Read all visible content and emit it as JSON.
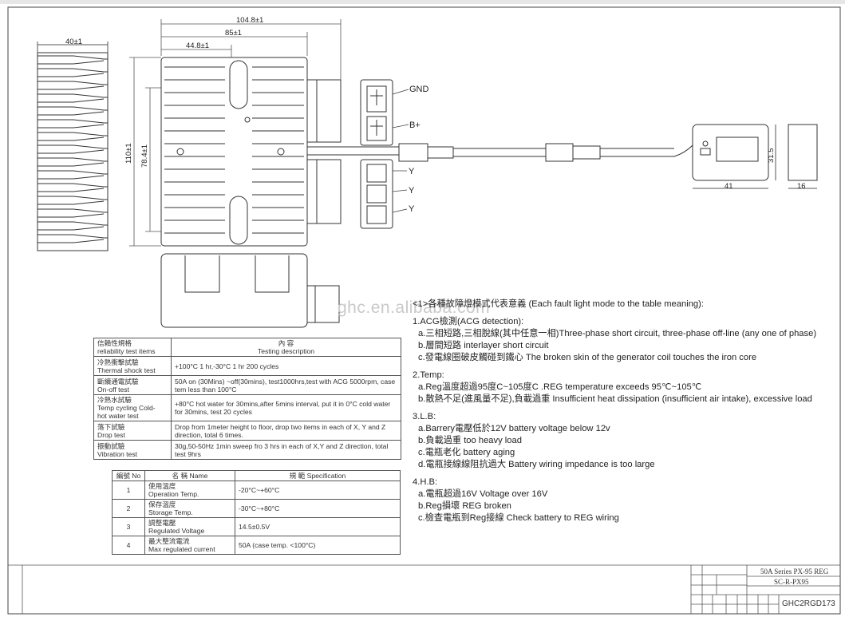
{
  "drawing": {
    "dims": {
      "fin_width": "40±1",
      "overall_width": "104.8±1",
      "body_width": "85±1",
      "half_width": "44.8±1",
      "overall_height": "110±1",
      "inner_height": "78.4±1",
      "display_width": "41",
      "display_height": "31.5",
      "display_depth": "16"
    },
    "connector_labels": {
      "gnd": "GND",
      "bplus": "B+",
      "y1": "Y",
      "y2": "Y",
      "y3": "Y"
    }
  },
  "watermark": "ghc.en.alibaba.com",
  "reliability_table": {
    "header": {
      "item_zh": "信賴性規格",
      "item_en": "reliability test items",
      "desc_zh": "內 容",
      "desc_en": "Testing description"
    },
    "rows": [
      {
        "zh": "冷熱衝擊試驗",
        "en": "Thermal shock test",
        "desc": "+100°C 1 hr,-30°C 1 hr 200 cycles"
      },
      {
        "zh": "斷續通電試驗",
        "en": "On-off test",
        "desc": "50A on (30Mins) ~off(30mins), test1000hrs,test with ACG 5000rpm, case tem less than 100°C"
      },
      {
        "zh": "冷熱水試驗",
        "en": "Temp cycling Cold-hot water test",
        "desc": "+80°C hot water for 30mins,after 5mins interval, put it in 0°C cold water for 30mins, test 20 cycles"
      },
      {
        "zh": "落下試驗",
        "en": "Drop test",
        "desc": "Drop from 1meter height to floor, drop two items in each of X, Y and Z direction, total 6 times."
      },
      {
        "zh": "振動試驗",
        "en": "Vibration test",
        "desc": "30g,50-50Hz 1min sweep fro 3 hrs in each of X,Y and Z direction, total test 9hrs"
      }
    ]
  },
  "spec_table": {
    "header": {
      "no": "編號 No",
      "name": "名 稱 Name",
      "spec": "規 範 Specification"
    },
    "rows": [
      {
        "no": "1",
        "zh": "使用溫度",
        "en": "Operation Temp.",
        "spec": "-20°C~+60°C"
      },
      {
        "no": "2",
        "zh": "保存溫度",
        "en": "Storage Temp.",
        "spec": "-30°C~+80°C"
      },
      {
        "no": "3",
        "zh": "調整電壓",
        "en": "Regulated Voltage",
        "spec": "14.5±0.5V"
      },
      {
        "no": "4",
        "zh": "最大整流電流",
        "en": "Max regulated current",
        "spec": "50A (case temp. <100°C)"
      }
    ]
  },
  "fault": {
    "title": "<1>各種故障燈模式代表意義 (Each fault light mode to the table meaning):",
    "sections": [
      {
        "heading": "1.ACG檢測(ACG detection):",
        "items": [
          "a.三相短路,三相脫線(其中任意一相)Three-phase short circuit, three-phase off-line (any one of phase)",
          "b.層間短路 interlayer short circuit",
          "c.發電線圈破皮觸碰到鐵心  The broken skin of the generator coil touches the iron core"
        ]
      },
      {
        "heading": "2.Temp:",
        "items": [
          "a.Reg溫度超過95度C~105度C .REG temperature exceeds 95℃~105℃",
          "b.散熱不足(進風量不足),負載過重 Insufficient heat dissipation (insufficient air intake), excessive load"
        ]
      },
      {
        "heading": "3.L.B:",
        "items": [
          "a.Barrery電壓低於12V battery voltage below 12v",
          "b.負載過重  too heavy load",
          "c.電瓶老化  battery aging",
          "d.電瓶接線線阻抗過大  Battery wiring impedance is too large"
        ]
      },
      {
        "heading": "4.H.B:",
        "items": [
          "a.電瓶超過16V Voltage over 16V",
          "b.Reg損壞  REG broken",
          "c.檢查電瓶到Reg接線 Check battery to REG wiring"
        ]
      }
    ]
  },
  "title_block": {
    "series": "50A Series PX-95 REG",
    "model": "SC-R-PX95",
    "drawing_no": "GHC2RGD173"
  }
}
